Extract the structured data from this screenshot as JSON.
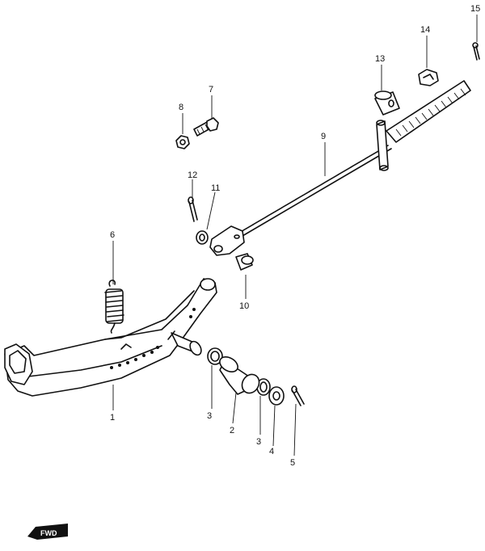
{
  "callouts": [
    {
      "id": "c1",
      "text": "1"
    },
    {
      "id": "c2",
      "text": "2"
    },
    {
      "id": "c3a",
      "text": "3"
    },
    {
      "id": "c3b",
      "text": "3"
    },
    {
      "id": "c4",
      "text": "4"
    },
    {
      "id": "c5",
      "text": "5"
    },
    {
      "id": "c6",
      "text": "6"
    },
    {
      "id": "c7",
      "text": "7"
    },
    {
      "id": "c8",
      "text": "8"
    },
    {
      "id": "c9",
      "text": "9"
    },
    {
      "id": "c10",
      "text": "10"
    },
    {
      "id": "c11",
      "text": "11"
    },
    {
      "id": "c12",
      "text": "12"
    },
    {
      "id": "c13",
      "text": "13"
    },
    {
      "id": "c14",
      "text": "14"
    },
    {
      "id": "c15",
      "text": "15"
    }
  ],
  "forward_marker": {
    "text": "FWD"
  }
}
